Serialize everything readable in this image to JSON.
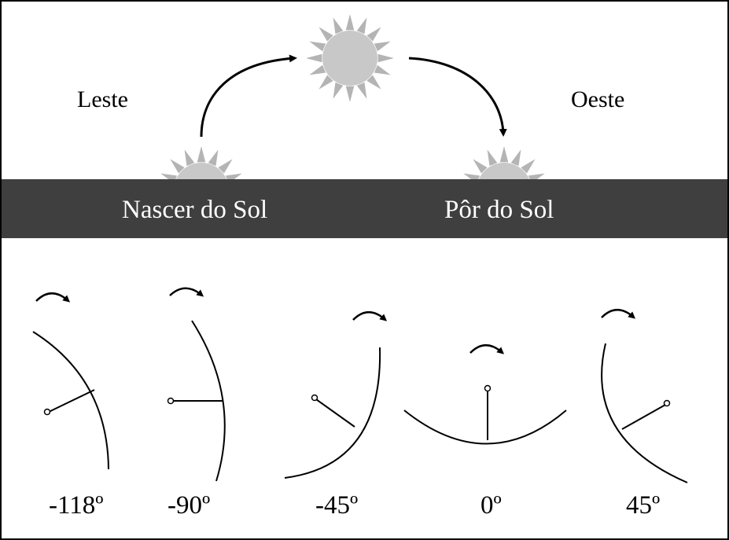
{
  "directions": {
    "east": "Leste",
    "west": "Oeste"
  },
  "horizon": {
    "sunrise": "Nascer do Sol",
    "sunset": "Pôr do Sol"
  },
  "orientations": [
    {
      "label": "-118º",
      "angle_deg": -118
    },
    {
      "label": "-90º",
      "angle_deg": -90
    },
    {
      "label": "-45º",
      "angle_deg": -45
    },
    {
      "label": "0º",
      "angle_deg": 0
    },
    {
      "label": "45º",
      "angle_deg": 45
    }
  ],
  "colors": {
    "band": "#3f3f3f",
    "sun_fill": "#c8c8c8",
    "sun_rays": "#b4b4b4",
    "ink": "#000000"
  }
}
